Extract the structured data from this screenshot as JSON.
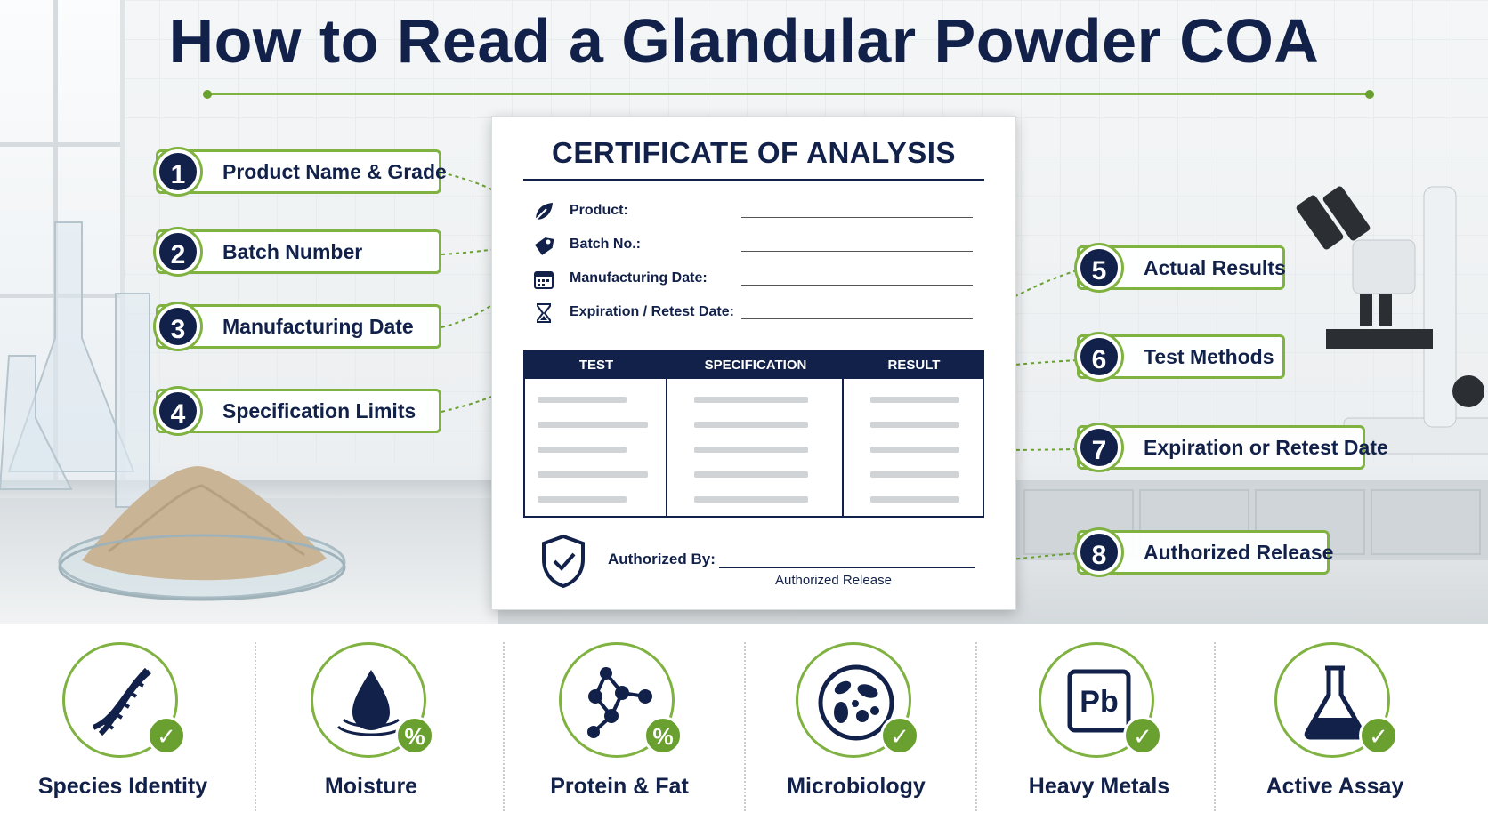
{
  "title": "How to Read a Glandular Powder COA",
  "colors": {
    "navy": "#12214a",
    "green": "#7fb241",
    "accent_green": "#6aa02f"
  },
  "callouts_left": [
    {
      "num": "1",
      "label": "Product Name & Grade"
    },
    {
      "num": "2",
      "label": "Batch Number"
    },
    {
      "num": "3",
      "label": "Manufacturing Date"
    },
    {
      "num": "4",
      "label": "Specification Limits"
    }
  ],
  "callouts_right": [
    {
      "num": "5",
      "label": "Actual Results"
    },
    {
      "num": "6",
      "label": "Test Methods"
    },
    {
      "num": "7",
      "label": "Expiration or Retest Date"
    },
    {
      "num": "8",
      "label": "Authorized Release"
    }
  ],
  "certificate": {
    "title": "CERTIFICATE OF ANALYSIS",
    "fields": [
      {
        "icon": "leaf-icon",
        "label": "Product:"
      },
      {
        "icon": "tag-icon",
        "label": "Batch No.:"
      },
      {
        "icon": "calendar-icon",
        "label": "Manufacturing Date:"
      },
      {
        "icon": "hourglass-icon",
        "label": "Expiration / Retest Date:"
      }
    ],
    "table_headers": [
      "TEST",
      "SPECIFICATION",
      "RESULT"
    ],
    "authorized_by": "Authorized By:",
    "authorized_release": "Authorized Release"
  },
  "metrics": [
    {
      "label": "Species Identity",
      "icon": "dna-icon",
      "badge": "check"
    },
    {
      "label": "Moisture",
      "icon": "water-drop-icon",
      "badge": "%"
    },
    {
      "label": "Protein & Fat",
      "icon": "molecule-icon",
      "badge": "%"
    },
    {
      "label": "Microbiology",
      "icon": "microbe-icon",
      "badge": "check"
    },
    {
      "label": "Heavy Metals",
      "icon": "lead-element-icon",
      "badge": "check",
      "symbol": "Pb"
    },
    {
      "label": "Active Assay",
      "icon": "flask-icon",
      "badge": "check"
    }
  ]
}
